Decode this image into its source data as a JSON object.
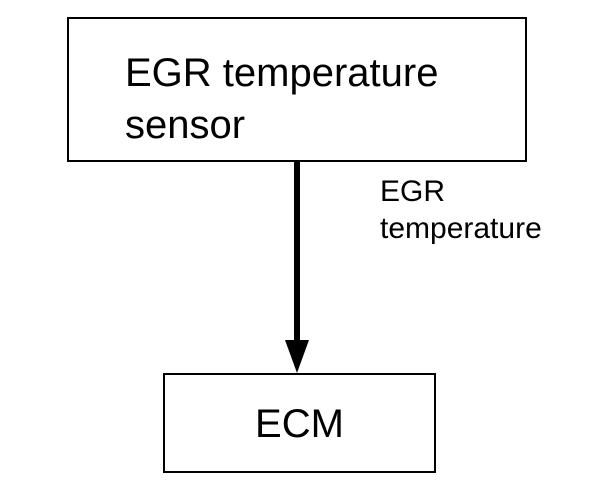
{
  "diagram": {
    "source_box": {
      "label": "EGR temperature\nsensor"
    },
    "target_box": {
      "label": "ECM"
    },
    "connection": {
      "label": "EGR\ntemperature"
    }
  },
  "colors": {
    "line": "#000000",
    "background": "#ffffff"
  }
}
